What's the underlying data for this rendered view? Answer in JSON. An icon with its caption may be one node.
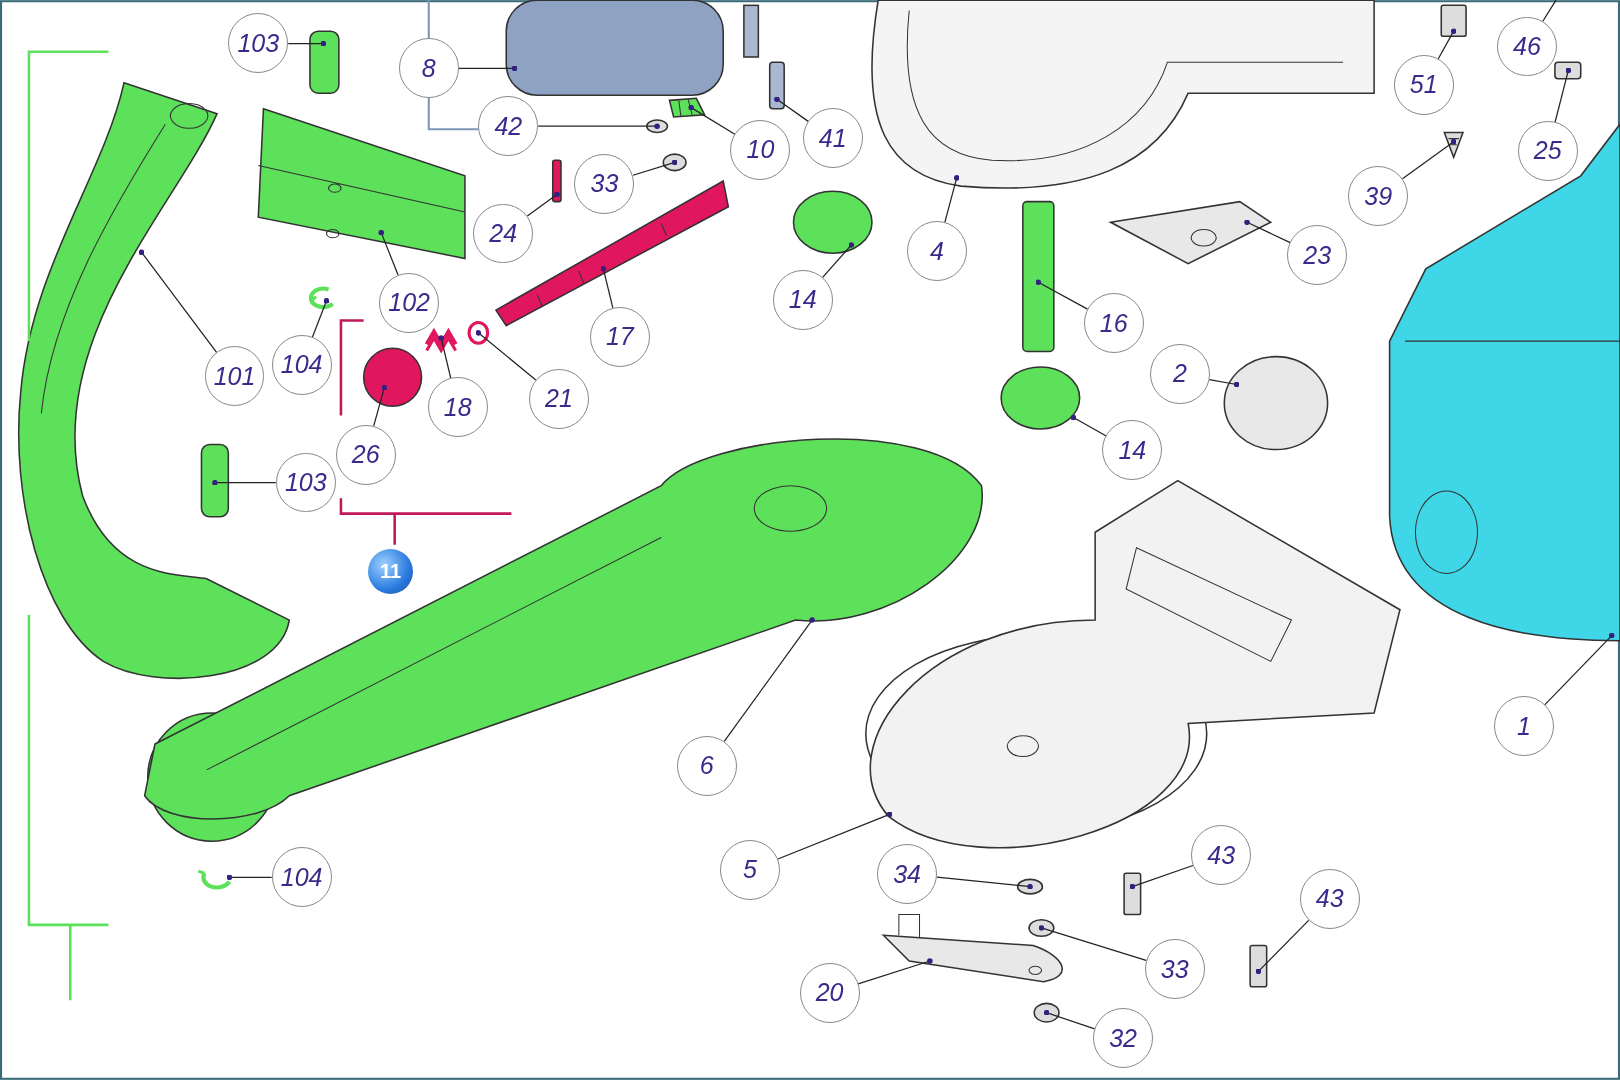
{
  "diagram": {
    "nodes": [
      {
        "text": [
          "103"
        ]
      },
      {
        "text": [
          "8"
        ]
      },
      {
        "text": [
          "42"
        ]
      },
      {
        "text": [
          "10"
        ]
      },
      {
        "text": [
          "41"
        ]
      },
      {
        "text": [
          "33"
        ]
      },
      {
        "text": [
          "24"
        ]
      },
      {
        "text": [
          "102"
        ]
      },
      {
        "text": [
          "104"
        ]
      },
      {
        "text": [
          "101"
        ]
      },
      {
        "text": [
          "17"
        ]
      },
      {
        "text": [
          "21"
        ]
      },
      {
        "text": [
          "18"
        ]
      },
      {
        "text": [
          "26"
        ]
      },
      {
        "text": [
          "103"
        ]
      },
      {
        "text": [
          "14"
        ]
      },
      {
        "text": [
          "4"
        ]
      },
      {
        "text": [
          "16"
        ]
      },
      {
        "text": [
          "23"
        ]
      },
      {
        "text": [
          "51"
        ]
      },
      {
        "text": [
          "46"
        ]
      },
      {
        "text": [
          "25"
        ]
      },
      {
        "text": [
          "39"
        ]
      },
      {
        "text": [
          "2"
        ]
      },
      {
        "text": [
          "14"
        ]
      },
      {
        "text": [
          "1"
        ]
      },
      {
        "text": [
          "6"
        ]
      },
      {
        "text": [
          "5"
        ]
      },
      {
        "text": [
          "34"
        ]
      },
      {
        "text": [
          "43"
        ]
      },
      {
        "text": [
          "43"
        ]
      },
      {
        "text": [
          "33"
        ]
      },
      {
        "text": [
          "20"
        ]
      },
      {
        "text": [
          "32"
        ]
      },
      {
        "text": [
          "104"
        ]
      },
      {
        "text": [
          "11"
        ]
      },
      {
        "text": [],
        "shape": "box"
      },
      {
        "text": [],
        "shape": "box"
      },
      {
        "text": [],
        "shape": "circle"
      },
      {
        "text": [],
        "shape": "picture"
      },
      {
        "text": [],
        "shape": "box"
      },
      {
        "text": [],
        "shape": "circle"
      },
      {
        "text": [],
        "shape": "box"
      },
      {
        "text": [],
        "shape": "picture"
      },
      {
        "text": [],
        "shape": "picture"
      },
      {
        "text": [],
        "shape": "picture"
      },
      {
        "text": [],
        "shape": "picture"
      },
      {
        "text": [],
        "shape": "circle"
      },
      {
        "text": [],
        "shape": "picture"
      },
      {
        "text": [],
        "shape": "circle"
      },
      {
        "text": [],
        "shape": "box"
      },
      {
        "text": [],
        "shape": "circle"
      },
      {
        "text": [],
        "shape": "picture"
      },
      {
        "text": [],
        "shape": "box"
      },
      {
        "text": [],
        "shape": "picture"
      },
      {
        "text": [],
        "shape": "box"
      },
      {
        "text": [],
        "shape": "box"
      },
      {
        "text": [],
        "shape": "picture"
      },
      {
        "text": [],
        "shape": "circle"
      },
      {
        "text": [],
        "shape": "circle"
      },
      {
        "text": [],
        "shape": "picture"
      },
      {
        "text": [],
        "shape": "picture"
      },
      {
        "text": [],
        "shape": "picture"
      },
      {
        "text": [],
        "shape": "circle"
      },
      {
        "text": [],
        "shape": "box"
      },
      {
        "text": [],
        "shape": "box"
      },
      {
        "text": [],
        "shape": "circle"
      },
      {
        "text": [],
        "shape": "picture"
      },
      {
        "text": [],
        "shape": "circle"
      },
      {
        "text": [],
        "shape": "picture"
      }
    ],
    "edges": [
      {
        "from": 0,
        "to": 36,
        "arrow": "other"
      },
      {
        "from": 1,
        "to": 37,
        "arrow": "other"
      },
      {
        "from": 2,
        "to": 38,
        "arrow": "other"
      },
      {
        "from": 3,
        "to": 39,
        "arrow": "other"
      },
      {
        "from": 4,
        "to": 40,
        "arrow": "other"
      },
      {
        "from": 5,
        "to": 41,
        "arrow": "other"
      },
      {
        "from": 6,
        "to": 42,
        "arrow": "other"
      },
      {
        "from": 7,
        "to": 43,
        "arrow": "other"
      },
      {
        "from": 8,
        "to": 44,
        "arrow": "other"
      },
      {
        "from": 9,
        "to": 45,
        "arrow": "other"
      },
      {
        "from": 10,
        "to": 46,
        "arrow": "other"
      },
      {
        "from": 11,
        "to": 47,
        "arrow": "other"
      },
      {
        "from": 12,
        "to": 48,
        "arrow": "other"
      },
      {
        "from": 13,
        "to": 49,
        "arrow": "other"
      },
      {
        "from": 14,
        "to": 50,
        "arrow": "other"
      },
      {
        "from": 15,
        "to": 51,
        "arrow": "other"
      },
      {
        "from": 16,
        "to": 52,
        "arrow": "other"
      },
      {
        "from": 17,
        "to": 53,
        "arrow": "other"
      },
      {
        "from": 18,
        "to": 54,
        "arrow": "other"
      },
      {
        "from": 19,
        "to": 55,
        "arrow": "other"
      },
      {
        "from": 20,
        "to": null,
        "arrow": "none"
      },
      {
        "from": 21,
        "to": 56,
        "arrow": "other"
      },
      {
        "from": 22,
        "to": 57,
        "arrow": "other"
      },
      {
        "from": 23,
        "to": 58,
        "arrow": "other"
      },
      {
        "from": 24,
        "to": 59,
        "arrow": "other"
      },
      {
        "from": 25,
        "to": 60,
        "arrow": "other"
      },
      {
        "from": 26,
        "to": 61,
        "arrow": "other"
      },
      {
        "from": 27,
        "to": 62,
        "arrow": "other"
      },
      {
        "from": 28,
        "to": 63,
        "arrow": "other"
      },
      {
        "from": 29,
        "to": 64,
        "arrow": "other"
      },
      {
        "from": 30,
        "to": 65,
        "arrow": "other"
      },
      {
        "from": 31,
        "to": 66,
        "arrow": "other"
      },
      {
        "from": 32,
        "to": 67,
        "arrow": "other"
      },
      {
        "from": 33,
        "to": 68,
        "arrow": "other"
      },
      {
        "from": 34,
        "to": 69,
        "arrow": "other"
      }
    ]
  }
}
